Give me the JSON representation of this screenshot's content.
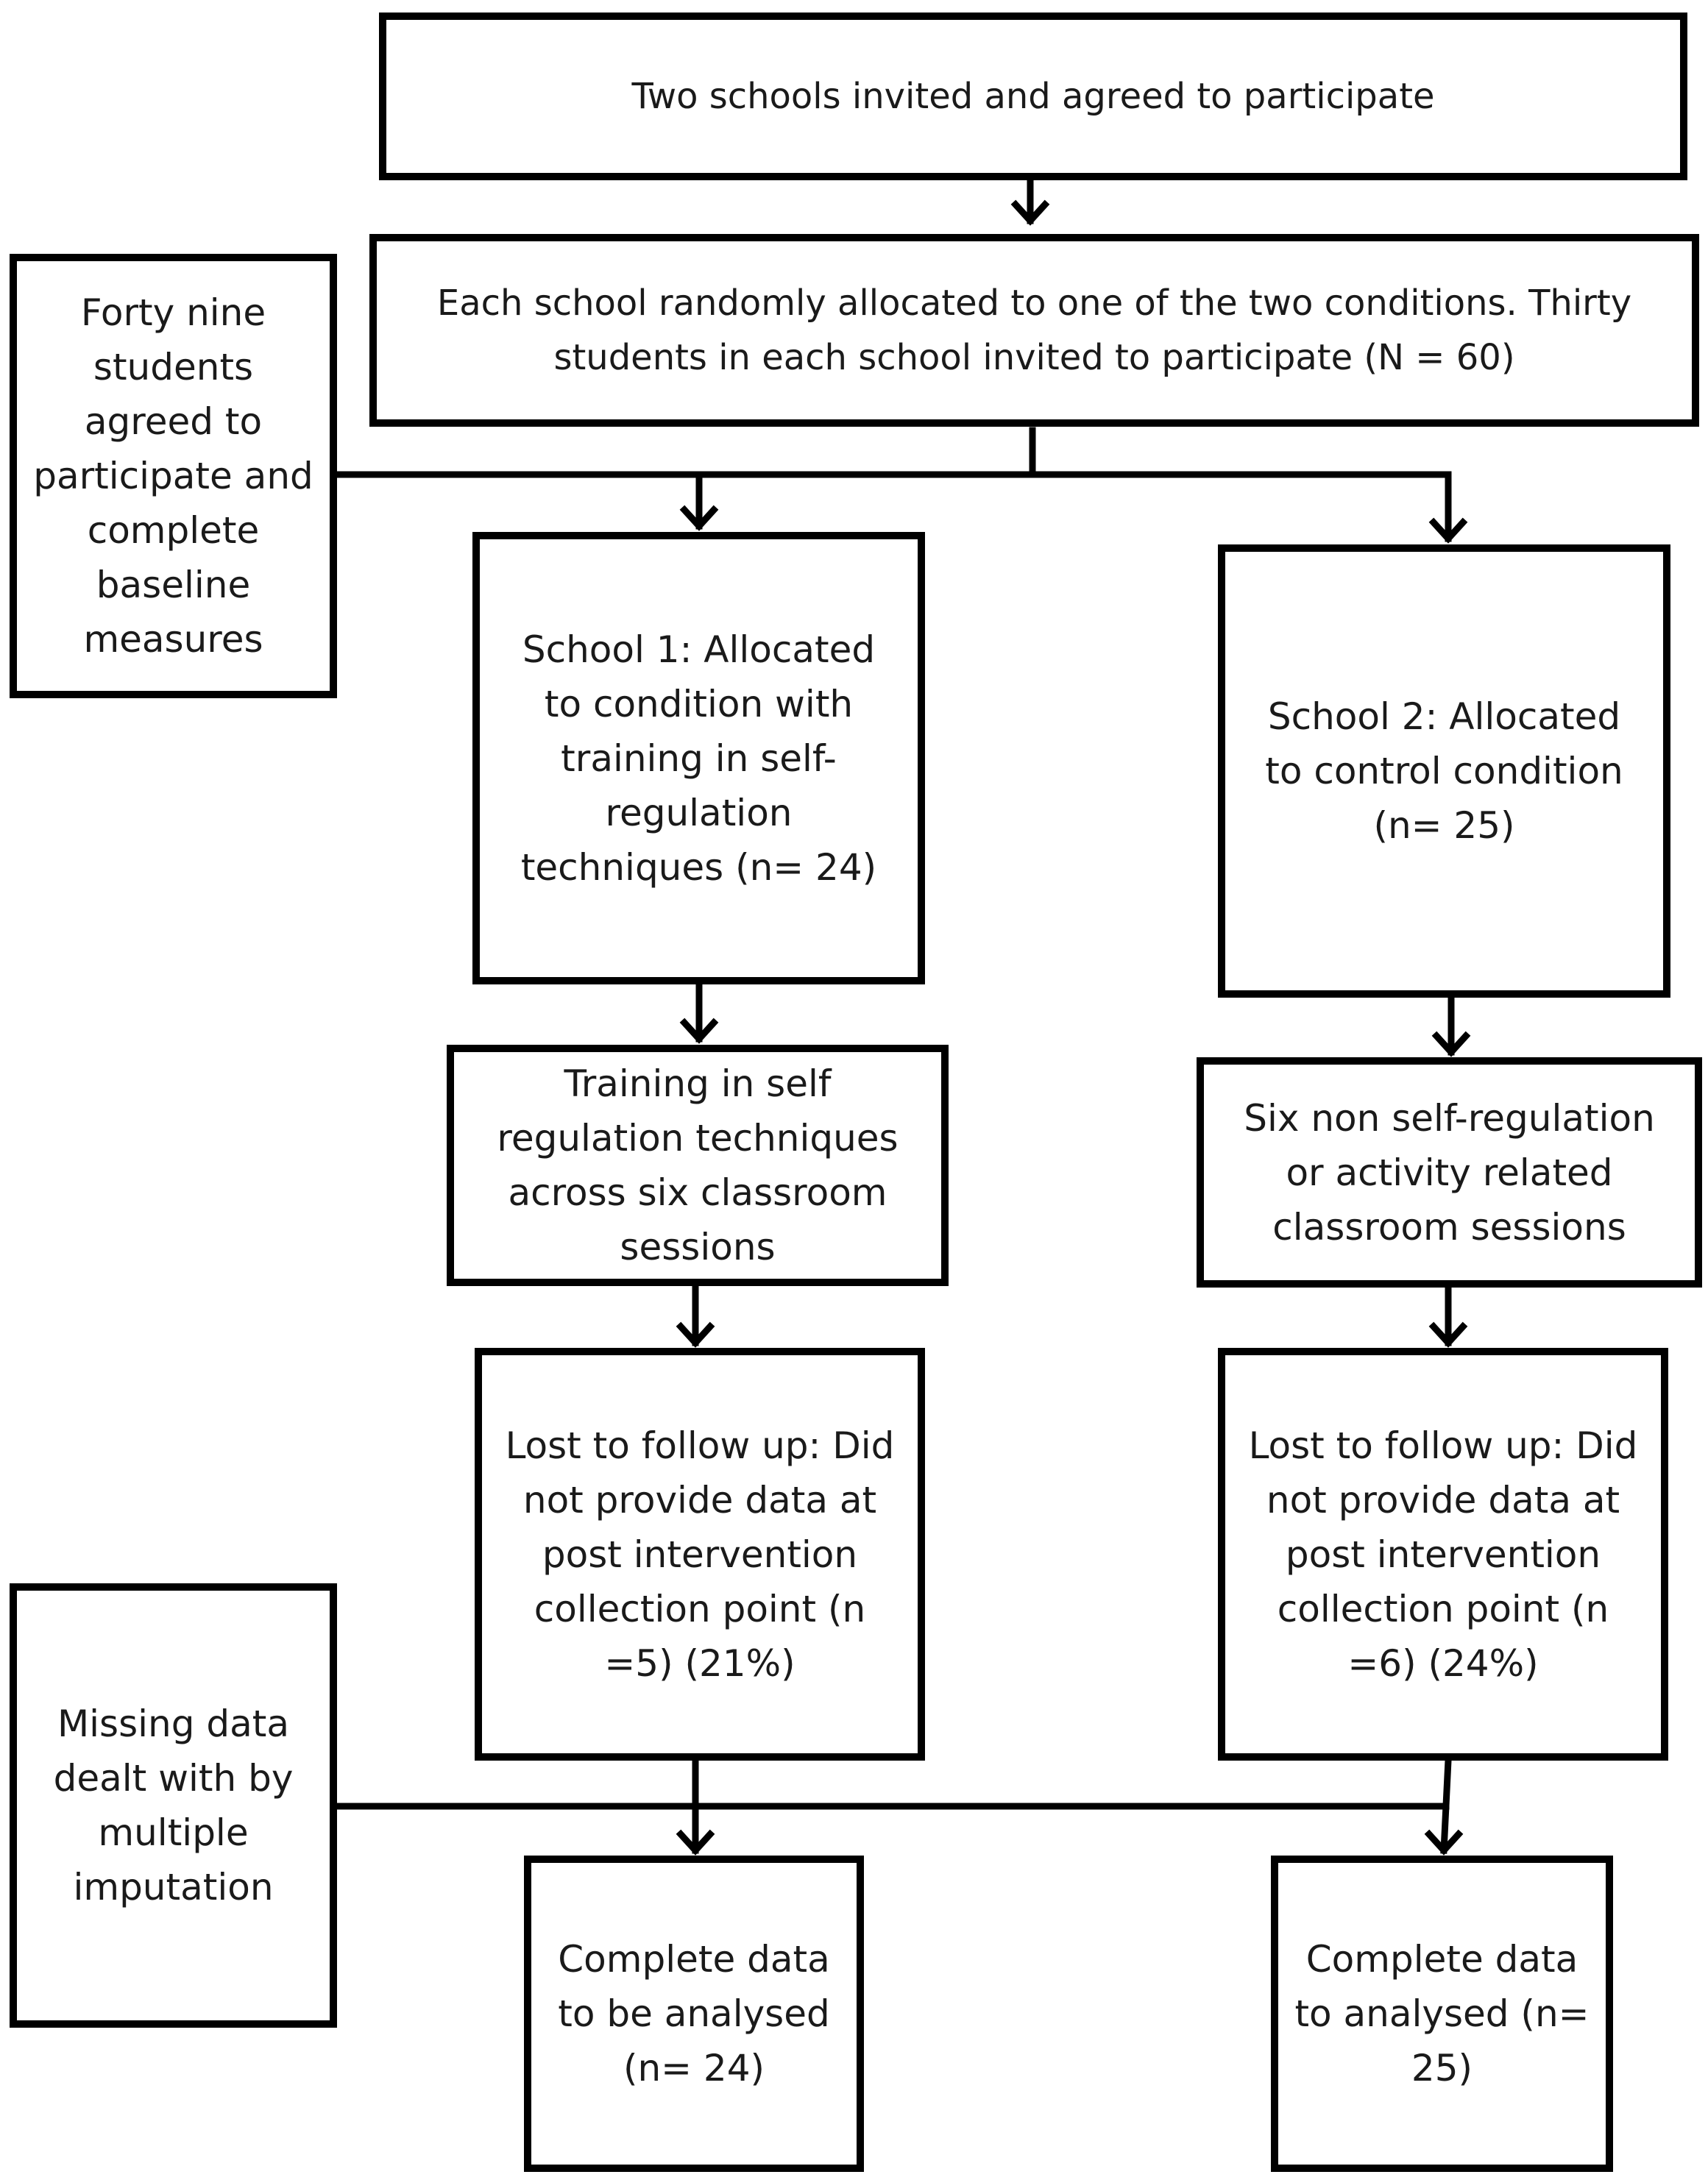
{
  "boxes": {
    "invited": "Two schools invited and agreed to participate",
    "allocated": "Each school randomly allocated to one of the two conditions. Thirty students in each school invited to participate (N = 60)",
    "baseline": "Forty nine students agreed to participate and complete baseline measures",
    "school1": "School 1: Allocated to condition with training in self-regulation techniques (n= 24)",
    "school2": "School 2: Allocated to control condition (n= 25)",
    "training": "Training in self regulation techniques across six classroom sessions",
    "control_sessions": "Six non self-regulation or activity related classroom sessions",
    "lost1": "Lost to follow up: Did not provide data at  post intervention collection point (n =5) (21%)",
    "lost2": "Lost to follow up: Did not provide data at  post intervention collection point (n =6) (24%)",
    "imputation": "Missing data dealt with by multiple imputation",
    "complete1": "Complete data to be analysed (n= 24)",
    "complete2": "Complete data to analysed (n= 25)"
  }
}
